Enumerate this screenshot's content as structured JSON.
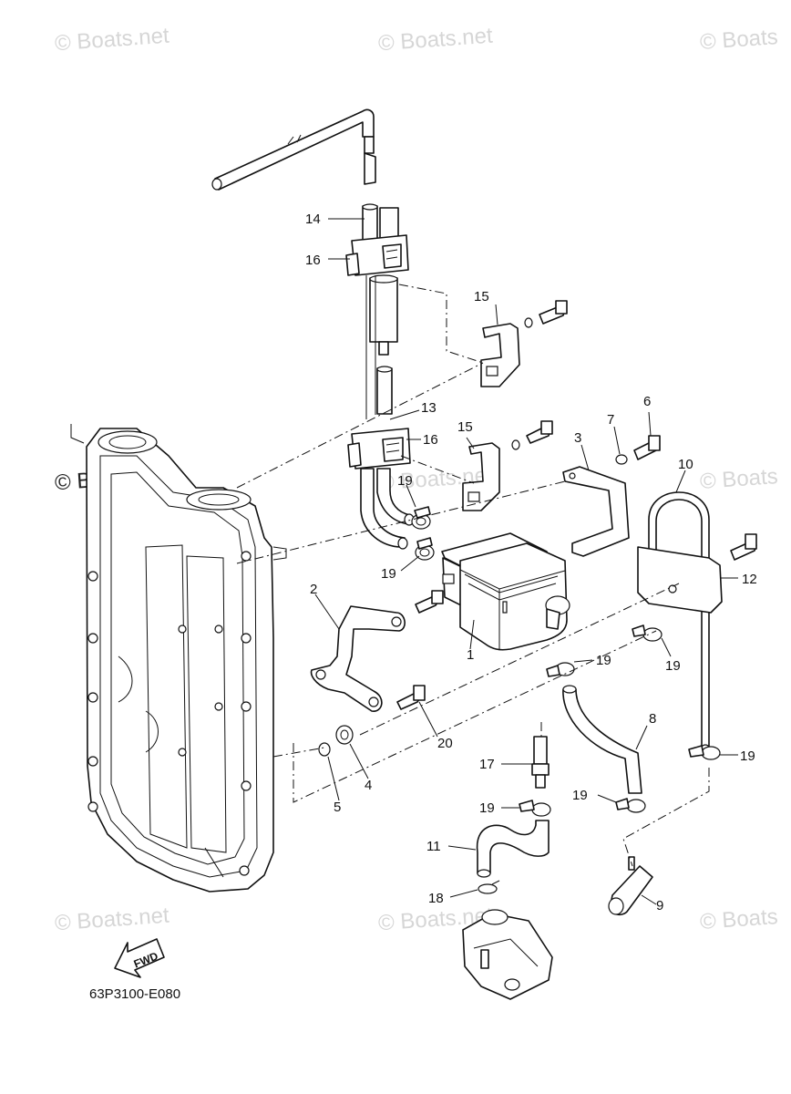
{
  "watermarks": [
    {
      "id": "wm1",
      "text": "© Boats.net",
      "dark": false
    },
    {
      "id": "wm2",
      "text": "© Boats.net",
      "dark": false
    },
    {
      "id": "wm3",
      "text": "© Boats",
      "dark": false
    },
    {
      "id": "wm4",
      "text": "© Boats.net",
      "dark": true
    },
    {
      "id": "wm5",
      "text": "© Boats.net",
      "dark": false
    },
    {
      "id": "wm6",
      "text": "© Boats",
      "dark": false
    },
    {
      "id": "wm7",
      "text": "© Boats.net",
      "dark": false
    },
    {
      "id": "wm8",
      "text": "© Boats.net",
      "dark": false
    },
    {
      "id": "wm9",
      "text": "© Boats",
      "dark": false
    }
  ],
  "callouts": {
    "c1": "1",
    "c2": "2",
    "c3": "3",
    "c4": "4",
    "c5": "5",
    "c6": "6",
    "c7": "7",
    "c8": "8",
    "c9": "9",
    "c10": "10",
    "c11": "11",
    "c12": "12",
    "c13": "13",
    "c14": "14",
    "c15a": "15",
    "c15b": "15",
    "c16a": "16",
    "c16b": "16",
    "c17": "17",
    "c18": "18",
    "c19a": "19",
    "c19b": "19",
    "c19c": "19",
    "c19d": "19",
    "c19e": "19",
    "c19f": "19",
    "c19g": "19",
    "c20": "20"
  },
  "fwd_label": "FWD",
  "diagram_code": "63P3100-E080",
  "colors": {
    "line": "#111111",
    "watermark": "#d6d6d6",
    "background": "#ffffff"
  }
}
